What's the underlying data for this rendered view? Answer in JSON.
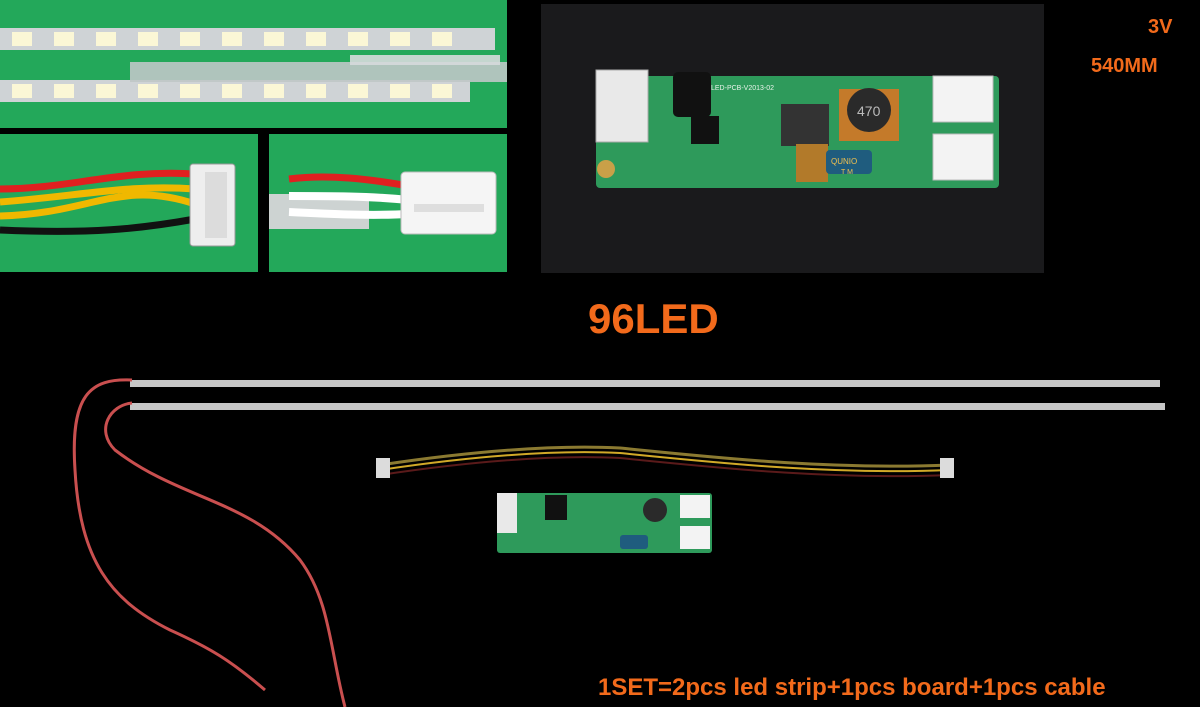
{
  "labels": {
    "voltage": "3V",
    "length": "540MM",
    "led_count": "96LED",
    "set_contents": "1SET=2pcs led strip+1pcs board+1pcs cable"
  },
  "board_text": {
    "inductor": "470",
    "brand": "QUNIO",
    "tm": "T M",
    "part_number": "LED-PCB-V2013-02"
  },
  "colors": {
    "accent": "#f26a1b",
    "pcb_green": "#2e9a5b",
    "background": "#000000",
    "photo_green": "#23a85a"
  }
}
